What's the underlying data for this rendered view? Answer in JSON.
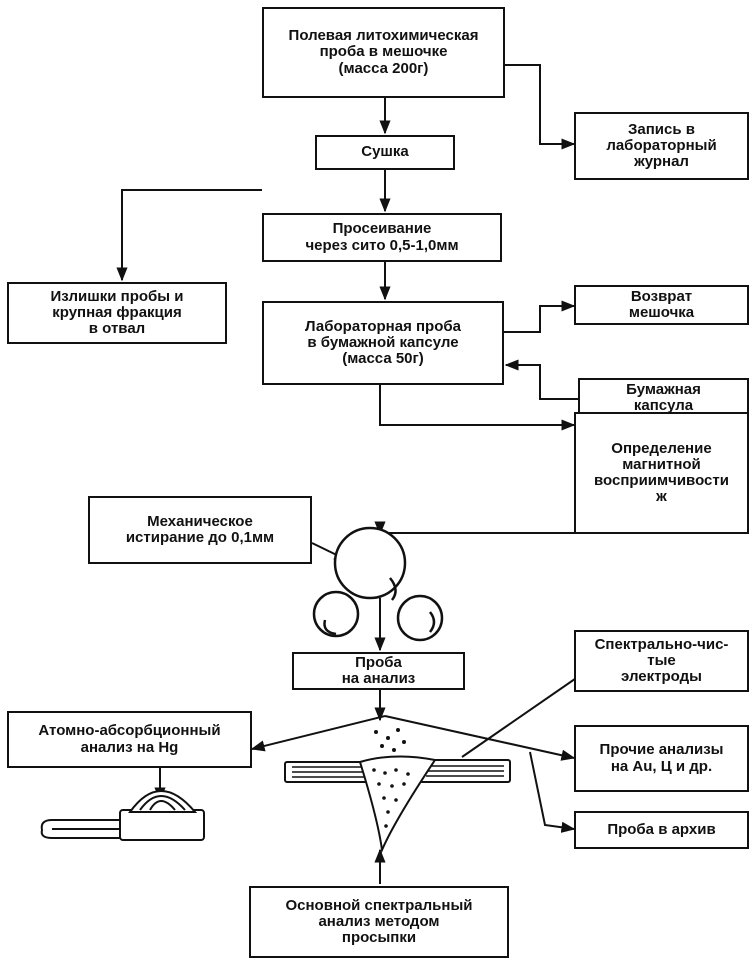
{
  "nodes": {
    "field_sample": "Полевая литохимическая\nпроба в мешочке\n(масса 200г)",
    "journal": "Запись в\nлабораторный\nжурнал",
    "drying": "Сушка",
    "sieving": "Просеивание\nчерез сито 0,5-1,0мм",
    "excess": "Излишки пробы и\nкрупная фракция\nв отвал",
    "lab_sample": "Лабораторная проба\nв бумажной капсуле\n(масса 50г)",
    "return_bag": "Возврат\nмешочка",
    "paper_capsule": "Бумажная\nкапсула",
    "magnetic": "Определение\nмагнитной\nвосприимчивости\nж",
    "grinding": "Механическое\nистирание до 0,1мм",
    "analysis_sample": "Проба\nна анализ",
    "electrodes": "Спектрально-чис-\nтые\nэлектроды",
    "atomic": "Атомно-абсорбционный\nанализ на Hg",
    "other_analyses": "Прочие анализы\nна Au, Ц и др.",
    "archive": "Проба в архив",
    "spectral": "Основной спектральный\nанализ методом\nпросыпки"
  }
}
